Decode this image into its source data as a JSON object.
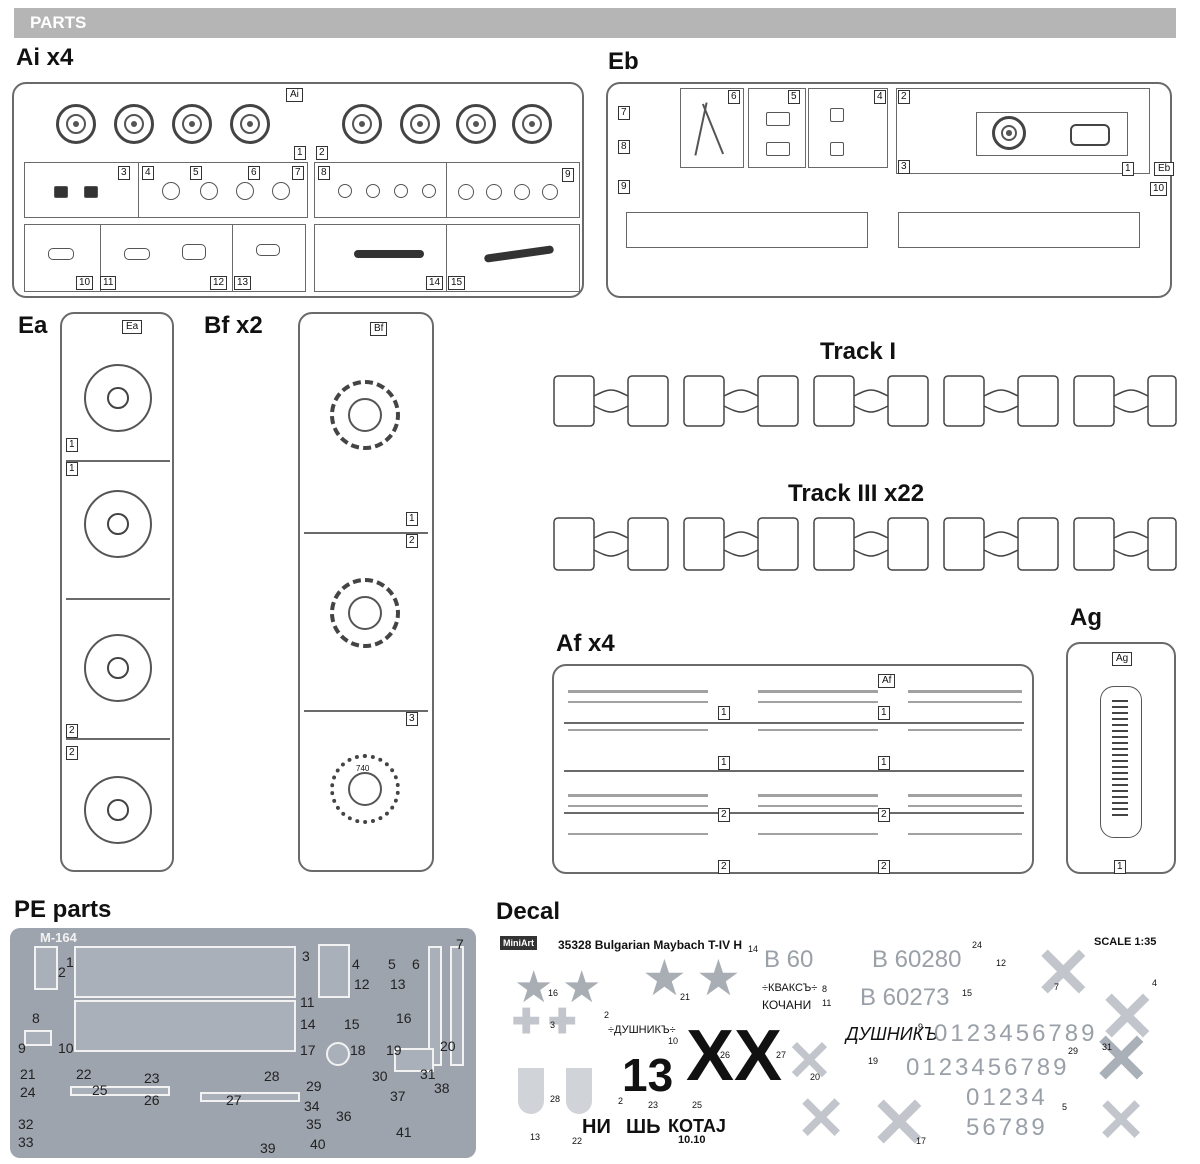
{
  "header": {
    "label": "PARTS"
  },
  "sprues": {
    "ai": {
      "title": "Ai x4",
      "tag": "Ai",
      "numbers": [
        "1",
        "2",
        "3",
        "4",
        "5",
        "6",
        "7",
        "8",
        "9",
        "10",
        "11",
        "12",
        "13",
        "14",
        "15"
      ]
    },
    "eb": {
      "title": "Eb",
      "tag": "Eb",
      "numbers": [
        "1",
        "2",
        "3",
        "4",
        "5",
        "6",
        "7",
        "8",
        "9",
        "10"
      ]
    },
    "ea": {
      "title": "Ea",
      "tag": "Ea",
      "numbers": [
        "1",
        "1",
        "2",
        "2"
      ]
    },
    "bf": {
      "title": "Bf x2",
      "tag": "Bf",
      "numbers": [
        "1",
        "2",
        "3"
      ],
      "wheel_mark": "740"
    },
    "ag": {
      "title": "Ag",
      "tag": "Ag",
      "numbers": [
        "1"
      ]
    },
    "af": {
      "title": "Af x4",
      "tag": "Af",
      "numbers": [
        "1",
        "1",
        "1",
        "1",
        "2",
        "2",
        "2",
        "2"
      ]
    }
  },
  "tracks": {
    "track1": "Track I",
    "track3": "Track III x22"
  },
  "pe": {
    "title": "PE parts",
    "code": "M-164",
    "numbers": [
      "1",
      "2",
      "3",
      "4",
      "5",
      "6",
      "7",
      "8",
      "9",
      "10",
      "11",
      "12",
      "13",
      "14",
      "15",
      "16",
      "17",
      "18",
      "19",
      "20",
      "21",
      "22",
      "23",
      "24",
      "25",
      "26",
      "27",
      "28",
      "29",
      "30",
      "31",
      "32",
      "33",
      "34",
      "35",
      "36",
      "37",
      "38",
      "39",
      "40",
      "41"
    ]
  },
  "decal": {
    "title": "Decal",
    "brand": "MiniArt",
    "product": "35328 Bulgarian Maybach T-IV H",
    "scale": "SCALE 1:35",
    "texts": {
      "b60": "B 60",
      "b60280": "B 60280",
      "b60273": "B 60273",
      "kvaks": "÷КВАКСЪ÷",
      "kochani": "КОЧАНИ",
      "dushnik_small": "÷ДУШНИКЪ÷",
      "dushnik": "ДУШНИКЪ",
      "digits1": "0123456789",
      "digits2": "0123456789",
      "digits3": "01234",
      "digits4": "56789",
      "thirteen": "13",
      "xx": "XX",
      "ni": "НИ",
      "shb": "ШЬ",
      "kotaj": "КОТАЈ",
      "date": "10.10"
    },
    "numbers": [
      "14",
      "24",
      "12",
      "16",
      "21",
      "8",
      "11",
      "15",
      "7",
      "4",
      "3",
      "2",
      "10",
      "9",
      "26",
      "27",
      "19",
      "31",
      "20",
      "28",
      "2",
      "23",
      "25",
      "5",
      "29",
      "13",
      "22",
      "17"
    ]
  }
}
